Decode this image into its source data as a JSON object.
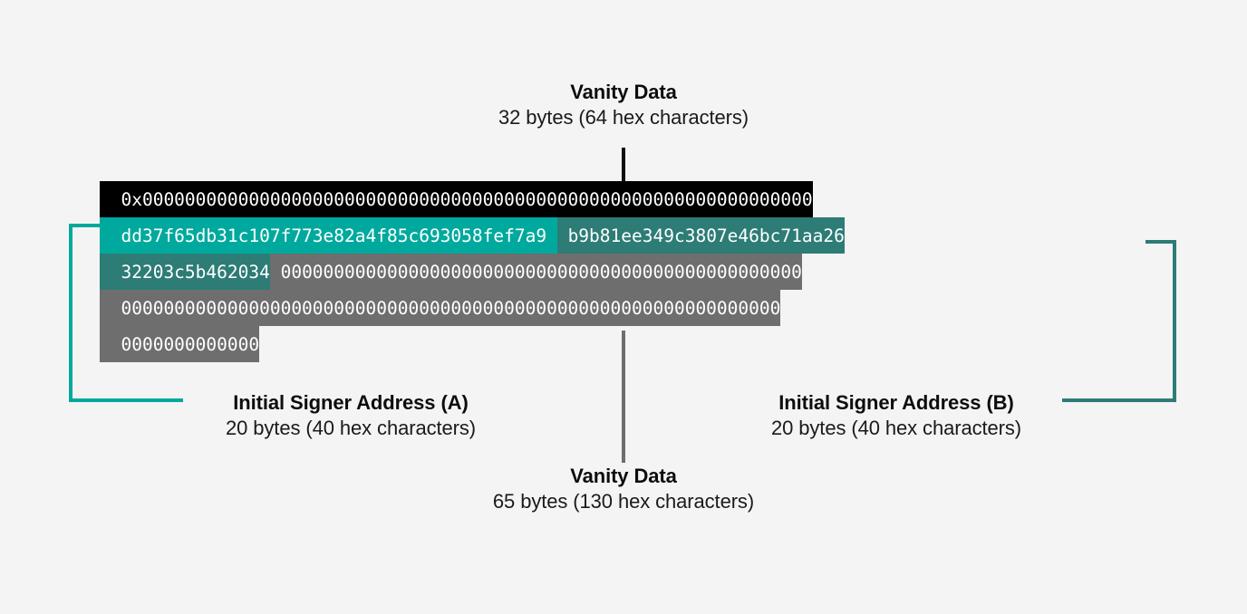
{
  "diagram": {
    "title_top": "Vanity Data",
    "subtitle_top": "32 bytes (64 hex characters)",
    "title_bottom": "Vanity Data",
    "subtitle_bottom": "65 bytes (130 hex characters)",
    "signer_a": {
      "title": "Initial Signer Address (A)",
      "subtitle": "20 bytes (40 hex characters)"
    },
    "signer_b": {
      "title": "Initial Signer Address (B)",
      "subtitle": "20 bytes (40 hex characters)"
    }
  },
  "colors": {
    "background": "#f4f4f4",
    "vanity_black": "#000000",
    "signer_a_teal": "#00a99d",
    "signer_b_teal": "#2d7c76",
    "padding_gray": "#6e6e6e",
    "text": "#111111"
  },
  "hex": {
    "rows": [
      {
        "segments": [
          {
            "kind": "prefix",
            "class": "seg-vanity",
            "text": "  0x000000000000000000000000000000000000000000000000000000000000000"
          }
        ]
      },
      {
        "segments": [
          {
            "kind": "signer_a",
            "class": "seg-addr-a",
            "text": "  dd37f65db31c107f773e82a4f85c693058fef7a9 "
          },
          {
            "kind": "signer_b",
            "class": "seg-addr-b",
            "text": " b9b81ee349c3807e46bc71aa26"
          }
        ]
      },
      {
        "segments": [
          {
            "kind": "signer_b",
            "class": "seg-addr-b",
            "text": "  32203c5b462034"
          },
          {
            "kind": "padding",
            "class": "seg-zeros",
            "text": " 0000000000000000000000000000000000000000000000000"
          }
        ]
      },
      {
        "segments": [
          {
            "kind": "padding",
            "class": "seg-zeros",
            "text": "  00000000000000000000000000000000000000000000000000000000000000"
          }
        ]
      },
      {
        "segments": [
          {
            "kind": "padding",
            "class": "seg-zeros",
            "text": "  0000000000000"
          }
        ]
      }
    ]
  }
}
